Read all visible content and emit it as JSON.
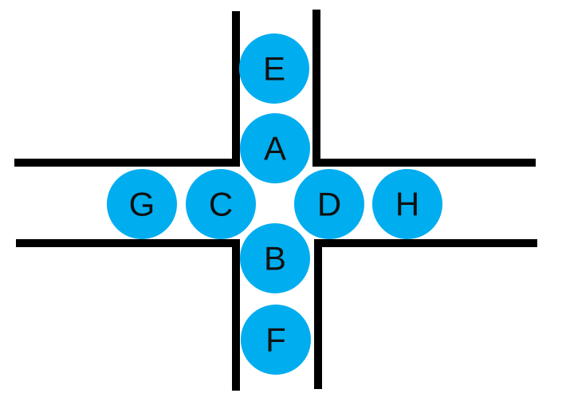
{
  "nodes": [
    {
      "id": "E",
      "label": "E"
    },
    {
      "id": "A",
      "label": "A"
    },
    {
      "id": "G",
      "label": "G"
    },
    {
      "id": "C",
      "label": "C"
    },
    {
      "id": "D",
      "label": "D"
    },
    {
      "id": "H",
      "label": "H"
    },
    {
      "id": "B",
      "label": "B"
    },
    {
      "id": "F",
      "label": "F"
    }
  ],
  "colors": {
    "node_fill": "#00adef",
    "line": "#000000",
    "text": "#111111",
    "background": "#ffffff"
  }
}
